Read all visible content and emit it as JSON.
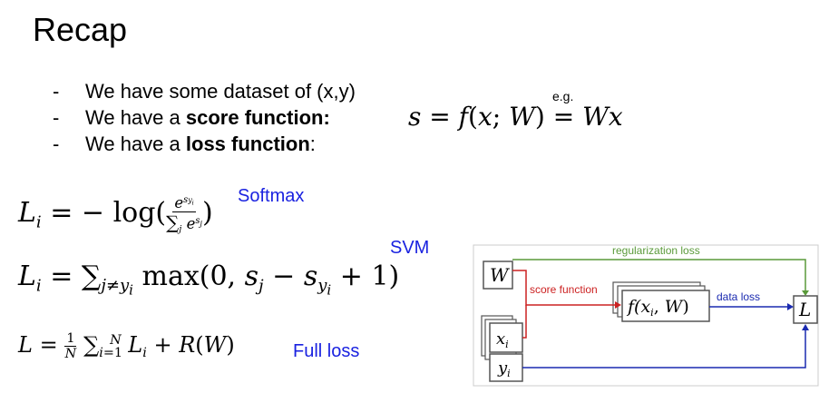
{
  "title": "Recap",
  "bullets": [
    {
      "dash": "-",
      "text": "We have some dataset of (x,y)",
      "bold": "",
      "tail": ""
    },
    {
      "dash": "-",
      "text": "We have a ",
      "bold": "score function:",
      "tail": ""
    },
    {
      "dash": "-",
      "text": "We have a ",
      "bold": "loss function",
      "tail": ":"
    }
  ],
  "score_eq": {
    "note": "e.g."
  },
  "labels": {
    "softmax": "Softmax",
    "svm": "SVM",
    "full_loss": "Full loss"
  },
  "diagram": {
    "w": "W",
    "x": "x",
    "y": "y",
    "f": "f(x",
    "L": "L",
    "reg": "regularization loss",
    "score": "score function",
    "data": "data loss",
    "colors": {
      "reg": "#5a9a3a",
      "score": "#cc2222",
      "data": "#1a2ab0",
      "box": "#555555"
    }
  }
}
